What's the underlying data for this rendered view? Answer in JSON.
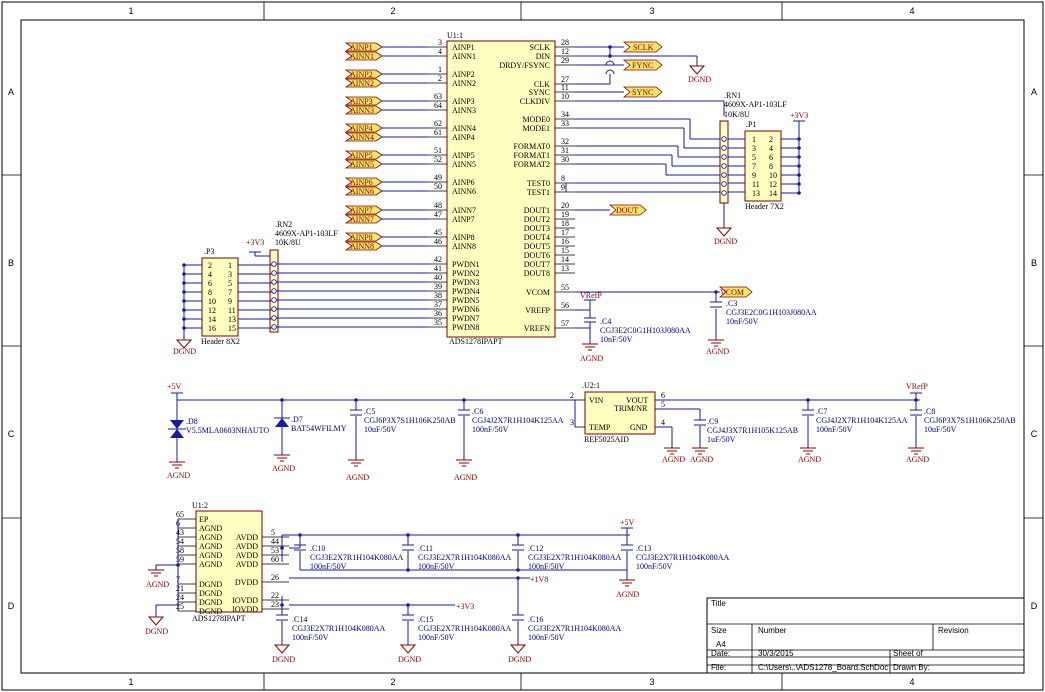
{
  "frame": {
    "cols": [
      "1",
      "2",
      "3",
      "4"
    ],
    "rows": [
      "A",
      "B",
      "C",
      "D"
    ]
  },
  "titleblock": {
    "title_label": "Title",
    "size_label": "Size",
    "size_value": "A4",
    "number_label": "Number",
    "revision_label": "Revision",
    "date_label": "Date:",
    "date_value": "30/3/2015",
    "sheet_label": "Sheet    of",
    "file_label": "File:",
    "file_value": "C:\\Users\\..\\ADS1278_Board.SchDoc",
    "drawnby_label": "Drawn By:"
  },
  "u1a": {
    "designator": "U1:1",
    "part": "ADS1278IPAPT",
    "left_pins": [
      {
        "num": "3",
        "name": "AINP1"
      },
      {
        "num": "4",
        "name": "AINN1"
      },
      {
        "num": "1",
        "name": "AINP2"
      },
      {
        "num": "2",
        "name": "AINN2"
      },
      {
        "num": "63",
        "name": "AINP3"
      },
      {
        "num": "64",
        "name": "AINN3"
      },
      {
        "num": "62",
        "name": "AINN4"
      },
      {
        "num": "61",
        "name": "AINP4"
      },
      {
        "num": "51",
        "name": "AINP5"
      },
      {
        "num": "52",
        "name": "AINN5"
      },
      {
        "num": "49",
        "name": "AINP6"
      },
      {
        "num": "50",
        "name": "AINN6"
      },
      {
        "num": "48",
        "name": "AINN7"
      },
      {
        "num": "47",
        "name": "AINP7"
      },
      {
        "num": "45",
        "name": "AINP8"
      },
      {
        "num": "46",
        "name": "AINN8"
      },
      {
        "num": "42",
        "name": "PWDN1"
      },
      {
        "num": "41",
        "name": "PWDN2"
      },
      {
        "num": "40",
        "name": "PWDN3"
      },
      {
        "num": "39",
        "name": "PWDN4"
      },
      {
        "num": "38",
        "name": "PWDN5"
      },
      {
        "num": "37",
        "name": "PWDN6"
      },
      {
        "num": "36",
        "name": "PWDN7"
      },
      {
        "num": "35",
        "name": "PWDN8"
      }
    ],
    "right_pins": [
      {
        "num": "28",
        "name": "SCLK"
      },
      {
        "num": "12",
        "name": "DIN"
      },
      {
        "num": "29",
        "name": "DRDY/FSYNC"
      },
      {
        "num": "27",
        "name": "CLK"
      },
      {
        "num": "11",
        "name": "SYNC"
      },
      {
        "num": "10",
        "name": "CLKDIV"
      },
      {
        "num": "34",
        "name": "MODE0"
      },
      {
        "num": "33",
        "name": "MODE1"
      },
      {
        "num": "32",
        "name": "FORMAT0"
      },
      {
        "num": "31",
        "name": "FORMAT1"
      },
      {
        "num": "30",
        "name": "FORMAT2"
      },
      {
        "num": "8",
        "name": "TEST0"
      },
      {
        "num": "9",
        "name": "TEST1"
      },
      {
        "num": "20",
        "name": "DOUT1"
      },
      {
        "num": "19",
        "name": "DOUT2"
      },
      {
        "num": "18",
        "name": "DOUT3"
      },
      {
        "num": "17",
        "name": "DOUT4"
      },
      {
        "num": "16",
        "name": "DOUT5"
      },
      {
        "num": "15",
        "name": "DOUT6"
      },
      {
        "num": "14",
        "name": "DOUT7"
      },
      {
        "num": "13",
        "name": "DOUT8"
      },
      {
        "num": "55",
        "name": "VCOM"
      },
      {
        "num": "56",
        "name": "VREFP"
      },
      {
        "num": "57",
        "name": "VREFN"
      }
    ]
  },
  "ports": {
    "ain": [
      "AINP1",
      "AINN1",
      "AINP2",
      "AINN2",
      "AINP3",
      "AINN3",
      "AINP4",
      "AINN4",
      "AINP5",
      "AINN5",
      "AINP6",
      "AINN6",
      "AINP7",
      "AINN7",
      "AINP8",
      "AINN8"
    ],
    "sclk": "SCLK",
    "fync": "FYNC",
    "sync": "SYNC",
    "dout": "DOUT",
    "vcom": "VCOM"
  },
  "rn1": {
    "designator": ".RN1",
    "part": "4609X-AP1-103LF",
    "value": "10K/8U"
  },
  "rn2": {
    "designator": ".RN2",
    "part": "4609X-AP1-103LF",
    "value": "10K/8U"
  },
  "p1": {
    "designator": ".P1",
    "part": "Header 7X2",
    "pins": [
      [
        "1",
        "2"
      ],
      [
        "3",
        "4"
      ],
      [
        "5",
        "6"
      ],
      [
        "7",
        "8"
      ],
      [
        "9",
        "10"
      ],
      [
        "11",
        "12"
      ],
      [
        "13",
        "14"
      ]
    ]
  },
  "p3": {
    "designator": ".P3",
    "part": "Header 8X2",
    "pins": [
      [
        "2",
        "1"
      ],
      [
        "4",
        "3"
      ],
      [
        "6",
        "5"
      ],
      [
        "8",
        "7"
      ],
      [
        "10",
        "9"
      ],
      [
        "12",
        "11"
      ],
      [
        "14",
        "13"
      ],
      [
        "16",
        "15"
      ]
    ]
  },
  "power": {
    "p3v3": "+3V3",
    "p5v": "+5V",
    "vrefp": "VRefP",
    "p1v8": "+1V8",
    "dgnd": "DGND",
    "agnd": "AGND"
  },
  "caps": {
    "c3": {
      "des": ".C3",
      "part": "CGJ3E2C0G1H103J080AA",
      "val": "10nF/50V"
    },
    "c4": {
      "des": ".C4",
      "part": "CGJ3E2C0G1H103J080AA",
      "val": "10nF/50V"
    },
    "c5": {
      "des": ".C5",
      "part": "CGJ6P3X7S1H106K250AB",
      "val": "10uF/50V"
    },
    "c6": {
      "des": ".C6",
      "part": "CGJ4J2X7R1H104K125AA",
      "val": "100nF/50V"
    },
    "c7": {
      "des": ".C7",
      "part": "CGJ4J2X7R1H104K125AA",
      "val": "100nF/50V"
    },
    "c8": {
      "des": ".C8",
      "part": "CGJ6P3X7S1H106K250AB",
      "val": "10uF/50V"
    },
    "c9": {
      "des": ".C9",
      "part": "CGJ4J3X7R1H105K125AB",
      "val": "1uF/50V"
    },
    "c10": {
      "des": ".C10",
      "part": "CGJ3E2X7R1H104K080AA",
      "val": "100nF/50V"
    },
    "c11": {
      "des": ".C11",
      "part": "CGJ3E2X7R1H104K080AA",
      "val": "100nF/50V"
    },
    "c12": {
      "des": ".C12",
      "part": "CGJ3E2X7R1H104K080AA",
      "val": "100nF/50V"
    },
    "c13": {
      "des": ".C13",
      "part": "CGJ3E2X7R1H104K080AA",
      "val": "100nF/50V"
    },
    "c14": {
      "des": ".C14",
      "part": "CGJ3E2X7R1H104K080AA",
      "val": "100nF/50V"
    },
    "c15": {
      "des": ".C15",
      "part": "CGJ3E2X7R1H104K080AA",
      "val": "100nF/50V"
    },
    "c16": {
      "des": ".C16",
      "part": "CGJ3E2X7R1H104K080AA",
      "val": "100nF/50V"
    }
  },
  "d8": {
    "des": ".D8",
    "part": "V5.5MLA0603NHAUTO"
  },
  "d7": {
    "des": ".D7",
    "part": "BAT54WFILMY"
  },
  "u2": {
    "des": ".U2:1",
    "part": "REF5025AID",
    "pins": [
      {
        "num": "2",
        "name": "VIN"
      },
      {
        "num": "3",
        "name": "TEMP"
      },
      {
        "num": "6",
        "name": "VOUT"
      },
      {
        "num": "5",
        "name": "TRIM/NR"
      },
      {
        "num": "4",
        "name": "GND"
      }
    ]
  },
  "u1b": {
    "des": "U1:2",
    "part": "ADS1278IPAPT",
    "left_pins": [
      {
        "num": "65",
        "name": "EP"
      },
      {
        "num": "6",
        "name": "AGND"
      },
      {
        "num": "43",
        "name": "AGND"
      },
      {
        "num": "54",
        "name": "AGND"
      },
      {
        "num": "58",
        "name": "AGND"
      },
      {
        "num": "59",
        "name": "AGND"
      },
      {
        "num": "7",
        "name": "DGND"
      },
      {
        "num": "21",
        "name": "DGND"
      },
      {
        "num": "24",
        "name": "DGND"
      },
      {
        "num": "25",
        "name": "DGND"
      }
    ],
    "right_pins": [
      {
        "num": "5",
        "name": "AVDD"
      },
      {
        "num": "44",
        "name": "AVDD"
      },
      {
        "num": "53",
        "name": "AVDD"
      },
      {
        "num": "60",
        "name": "AVDD"
      },
      {
        "num": "26",
        "name": "DVDD"
      },
      {
        "num": "22",
        "name": "IOVDD"
      },
      {
        "num": "23",
        "name": "IOVDD"
      }
    ],
    "extra_agnd": "AGND"
  }
}
